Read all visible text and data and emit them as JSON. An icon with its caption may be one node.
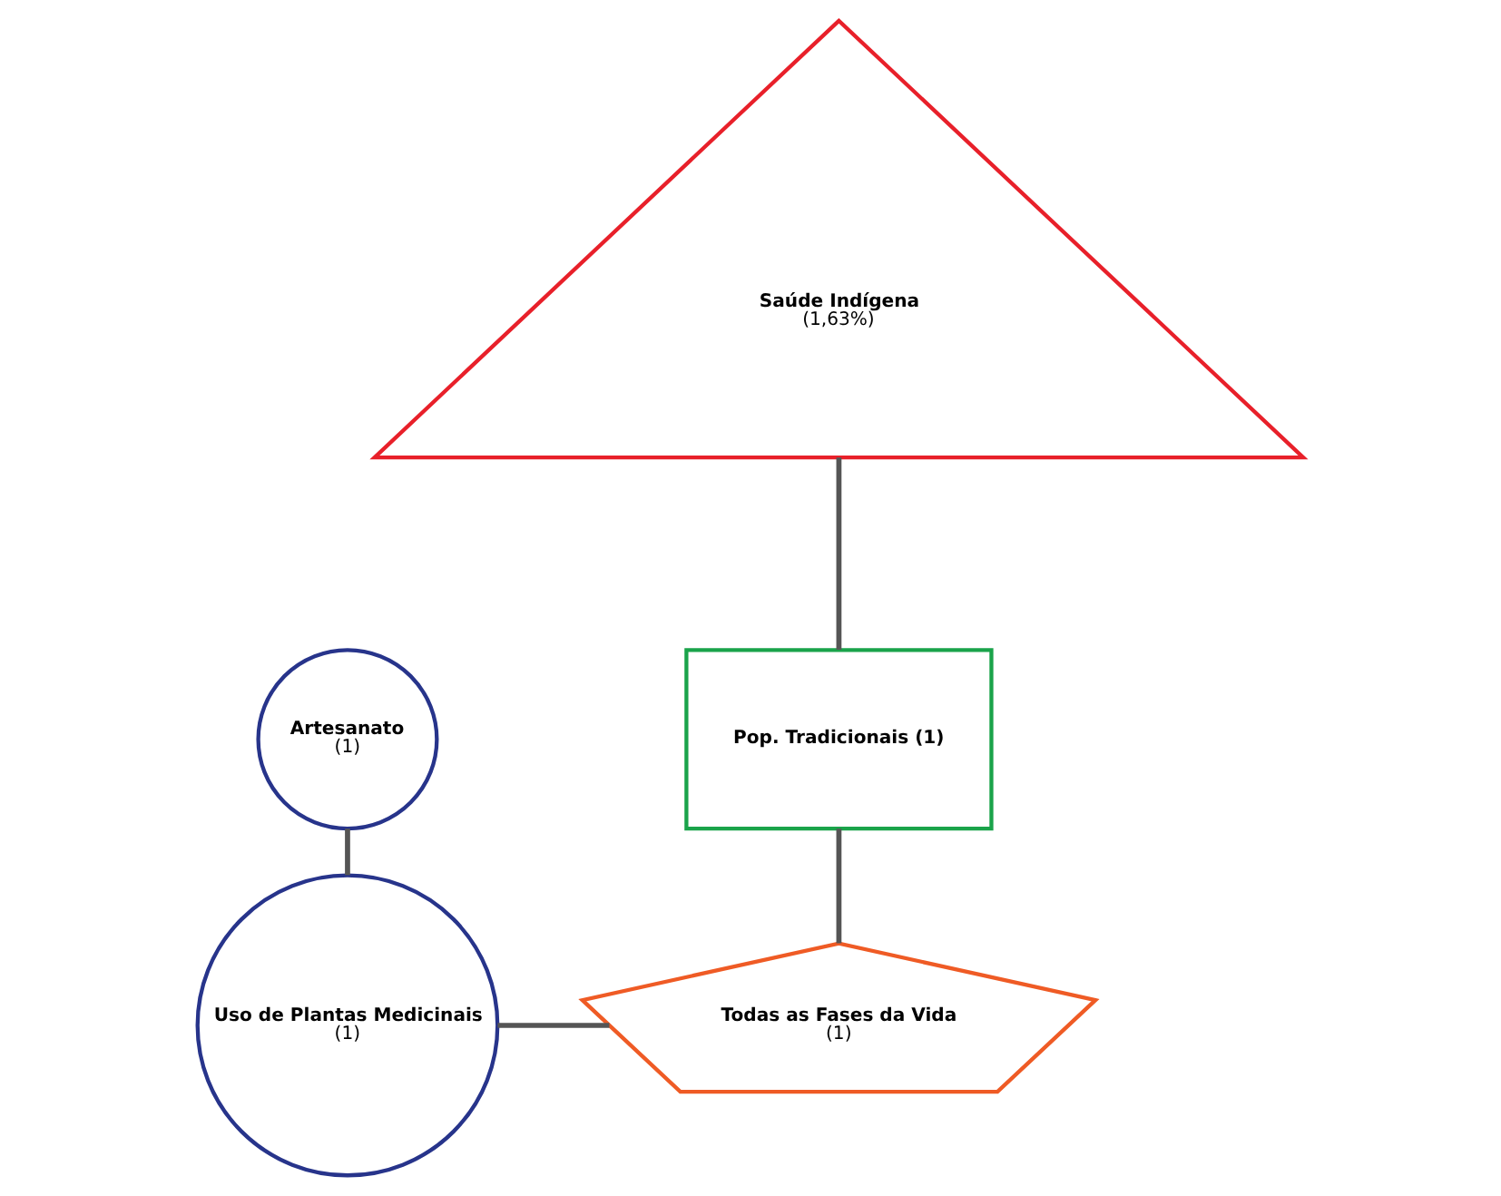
{
  "diagram": {
    "nodes": [
      {
        "text": [
          "Saúde Indígena",
          "(1,63%)"
        ]
      },
      {
        "text": [
          "Pop. Tradicionais (1)"
        ]
      },
      {
        "text": [
          "Artesanato",
          "(1)"
        ]
      },
      {
        "text": [
          "Todas as Fases da Vida",
          "(1)"
        ]
      },
      {
        "text": [
          "Uso de Plantas Medicinais",
          "(1)"
        ]
      }
    ],
    "edges": [
      {
        "from": 0,
        "to": 1,
        "arrow": "none"
      },
      {
        "from": 1,
        "to": 3,
        "arrow": "none"
      },
      {
        "from": 2,
        "to": 4,
        "arrow": "none"
      },
      {
        "from": 4,
        "to": 3,
        "arrow": "none"
      }
    ]
  }
}
